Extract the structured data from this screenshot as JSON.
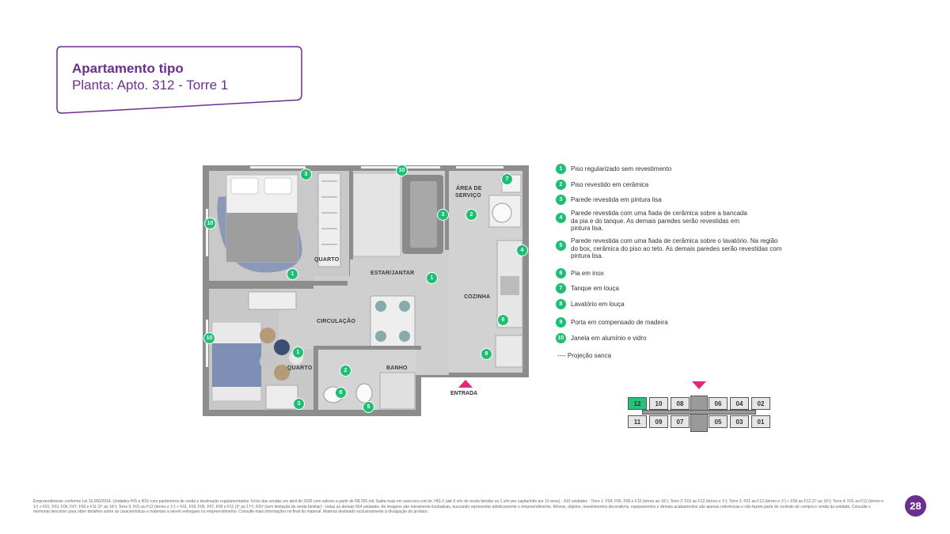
{
  "header": {
    "title": "Apartamento tipo",
    "subtitle": "Planta: Apto. 312 - Torre 1"
  },
  "plan": {
    "rooms": {
      "quarto_top": "QUARTO",
      "estar": "ESTAR/JANTAR",
      "area_servico_1": "ÁREA DE",
      "area_servico_2": "SERVIÇO",
      "cozinha": "COZINHA",
      "circulacao": "CIRCULAÇÃO",
      "quarto_bottom": "QUARTO",
      "banho": "BANHO"
    },
    "markers": [
      "3",
      "10",
      "10",
      "3",
      "2",
      "7",
      "4",
      "1",
      "1",
      "6",
      "10",
      "1",
      "2",
      "9",
      "8",
      "5",
      "3"
    ],
    "entrance": "ENTRADA"
  },
  "legend": {
    "items": [
      {
        "num": "1",
        "text": "Piso regularizado sem revestimento"
      },
      {
        "num": "2",
        "text": "Piso revestido em cerâmica"
      },
      {
        "num": "3",
        "text": "Parede revestida em pintura lisa"
      },
      {
        "num": "4",
        "text": "Parede revestida com uma fiada de cerâmica sobre a bancada da pia e do tanque. As demais paredes serão revestidas em pintura lisa."
      },
      {
        "num": "5",
        "text": "Parede revestida com uma fiada de cerâmica sobre o lavatório. Na região do box, cerâmica do piso ao teto. As demais paredes serão revestidas com pintura lisa."
      },
      {
        "num": "6",
        "text": "Pia em inox"
      },
      {
        "num": "7",
        "text": "Tanque em louça"
      },
      {
        "num": "8",
        "text": "Lavatório em louça"
      },
      {
        "num": "9",
        "text": "Porta em compensado de madeira"
      },
      {
        "num": "10",
        "text": "Janela em alumínio e vidro"
      }
    ],
    "projection": "---- Projeção sanca"
  },
  "tower": {
    "top_left": [
      "12",
      "10",
      "08"
    ],
    "top_right": [
      "06",
      "04",
      "02"
    ],
    "bottom_left": [
      "11",
      "09",
      "07"
    ],
    "bottom_right": [
      "05",
      "03",
      "01"
    ],
    "highlight": "12",
    "highlight_color": "#27c27a"
  },
  "footer": {
    "note": "Empreendimento conforme Lei 16.050/2014. Unidades HIS e R2V com parâmetros de renda e destinação regulamentados. Início das vendas em abril de 2026 com valores a partir de R$ 255 mil. Saiba mais em www.mrv.com.br. HIS-2 (até 6 s/m de renda familiar ou 1 s/m per capita/mês por 10 anos) - 410 unidades - Torre 1: F04, F06, F08 e F10 (térreo ao 16º); Torre 2: F01 ao F12 (térreo e 1º); Torre 3: F01 ao F12 (térreo e 1º) + F09 ao F12 (2º ao 16º); Torre 4: F01 ao F12 (térreo e 1º) + F01, F03, F05, F07, F09 e F11 (2º ao 16º); Torre 5: F01 ao F12 (térreo e 1º) + F01, F03, F05, F07, F09 e F11 (2º ao 17º). R2V (sem limitação de renda familiar) - todas as demais 654 unidades. As imagens são meramente ilustrativas, buscando representar artisticamente o empreendimento. Móveis, objetos, revestimentos decorativos, equipamentos e demais acabamentos são apenas referências e não fazem parte do contrato de compra e venda da unidade. Consulte o memorial descritivo para obter detalhes sobre as características e materiais a serem entregues no empreendimento. Consulte mais informações no final do material. Material destinado exclusivamente à divulgação do produto.",
    "page": "28"
  },
  "colors": {
    "brand_purple": "#6b2f8f",
    "marker_green": "#1fbf73",
    "accent_pink": "#e2287a"
  }
}
